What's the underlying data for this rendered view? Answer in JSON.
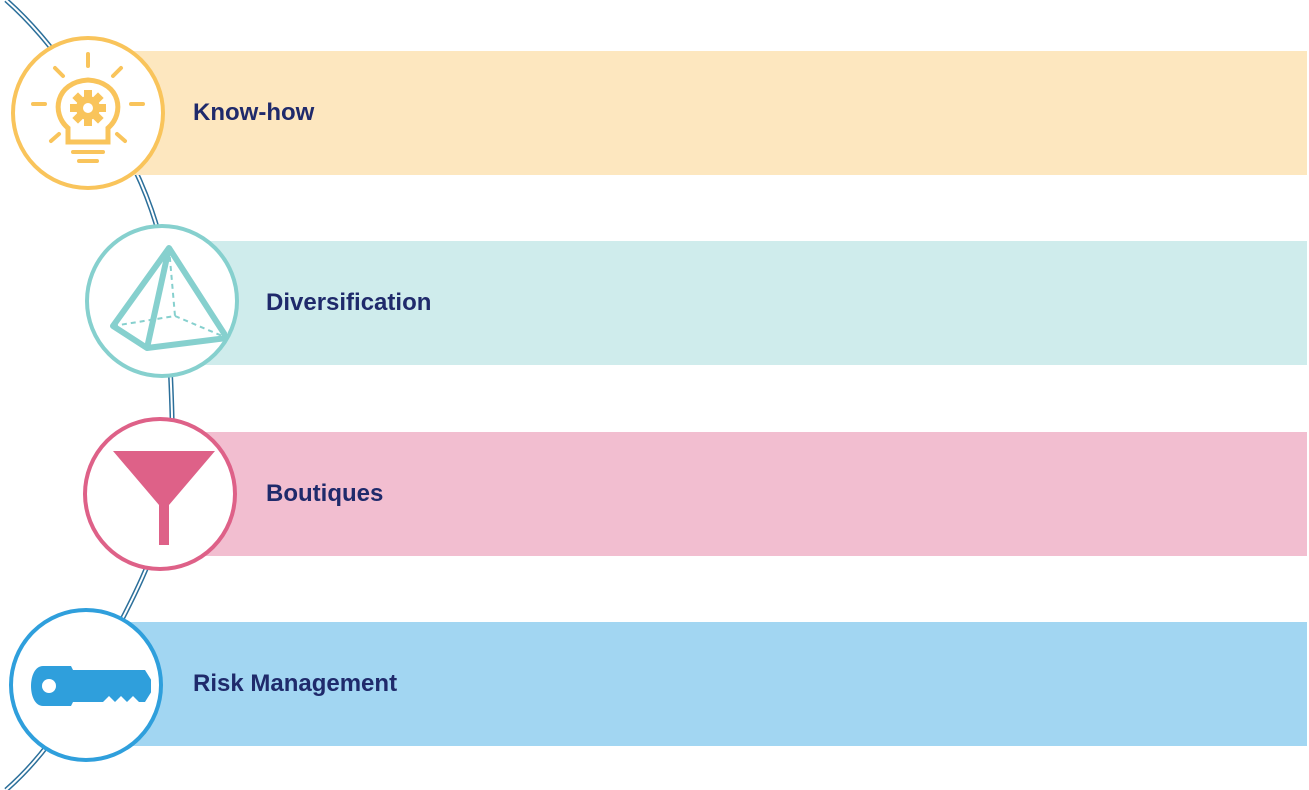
{
  "items": [
    {
      "label": "Know-how",
      "icon": "lightbulb-gear-icon",
      "color": "#f9c45b",
      "fill": "#fde7bf"
    },
    {
      "label": "Diversification",
      "icon": "pyramid-icon",
      "color": "#86d0ce",
      "fill": "#cfecec"
    },
    {
      "label": "Boutiques",
      "icon": "funnel-icon",
      "color": "#de6188",
      "fill": "#f2bed0"
    },
    {
      "label": "Risk Management",
      "icon": "key-icon",
      "color": "#2f9fdc",
      "fill": "#a2d6f2"
    }
  ]
}
